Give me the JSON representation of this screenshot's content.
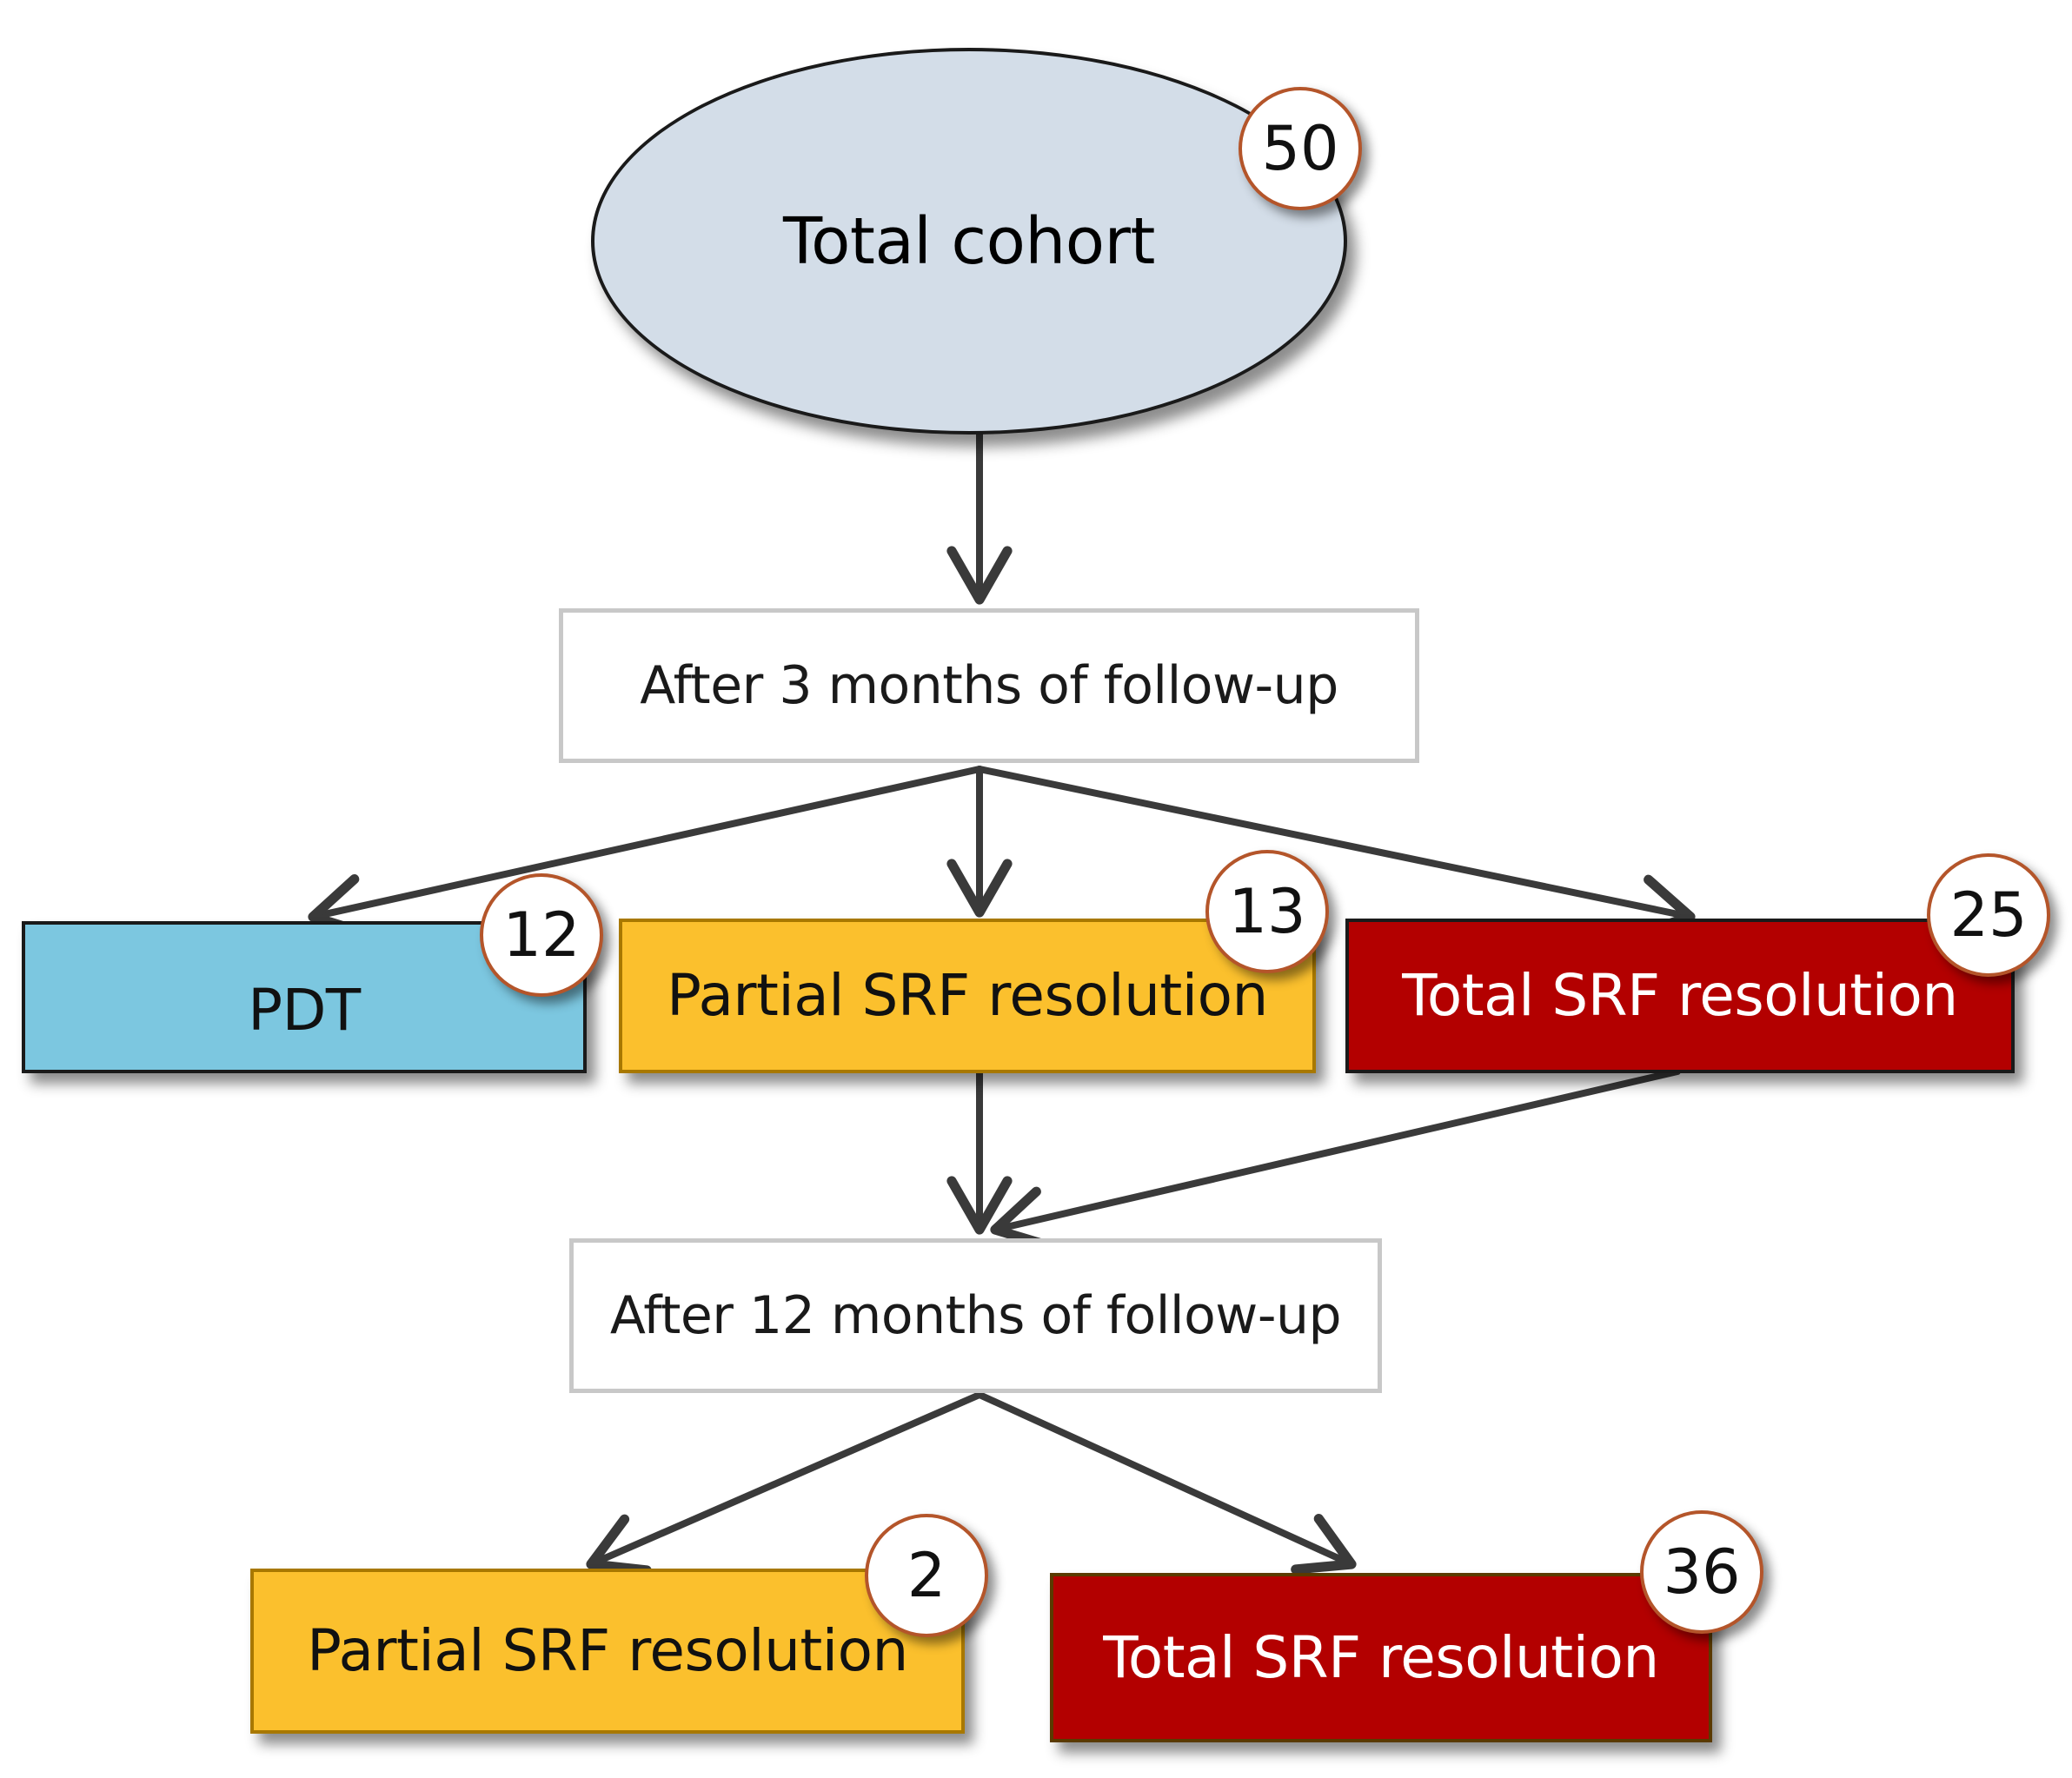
{
  "colors": {
    "ellipse_fill": "#d3dde8",
    "pdt_fill": "#7cc7e0",
    "partial_fill": "#fbc02d",
    "total_fill": "#b30000",
    "badge_border": "#b4552a",
    "arrow": "#3a3a3a"
  },
  "nodes": {
    "cohort": {
      "label": "Total cohort",
      "count": "50"
    },
    "step3": {
      "label": "After 3 months of follow-up"
    },
    "pdt": {
      "label": "PDT",
      "count": "12"
    },
    "partial3": {
      "label": "Partial SRF resolution",
      "count": "13"
    },
    "total3": {
      "label": "Total SRF resolution",
      "count": "25"
    },
    "step12": {
      "label": "After 12 months of follow-up"
    },
    "partial12": {
      "label": "Partial SRF resolution",
      "count": "2"
    },
    "total12": {
      "label": "Total SRF resolution",
      "count": "36"
    }
  }
}
